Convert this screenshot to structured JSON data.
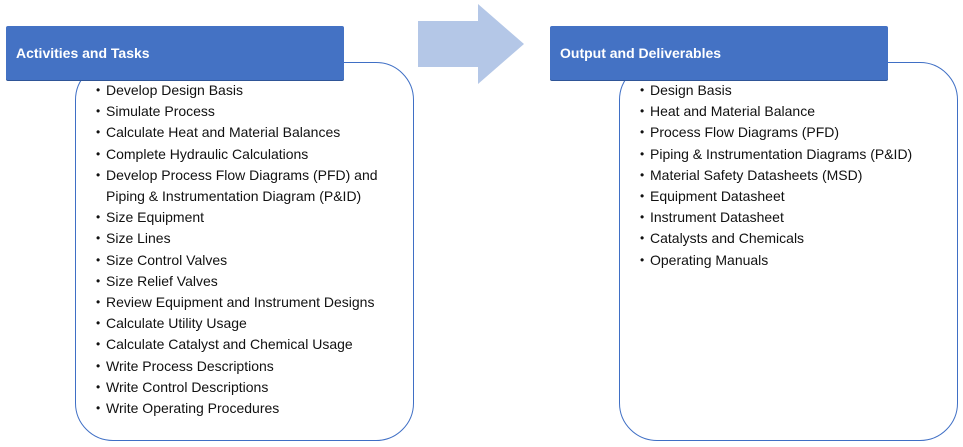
{
  "activities": {
    "title": "Activities and Tasks",
    "items": [
      "Develop Design Basis",
      "Simulate Process",
      "Calculate Heat and Material Balances",
      "Complete Hydraulic Calculations",
      "Develop Process Flow Diagrams (PFD) and",
      "Piping & Instrumentation Diagram (P&ID)",
      "Size Equipment",
      "Size Lines",
      "Size Control Valves",
      "Size Relief Valves",
      "Review Equipment and Instrument Designs",
      "Calculate Utility Usage",
      "Calculate Catalyst and Chemical Usage",
      "Write Process Descriptions",
      "Write Control Descriptions",
      "Write Operating Procedures"
    ]
  },
  "outputs": {
    "title": "Output and Deliverables",
    "items": [
      "Design Basis",
      "Heat and Material Balance",
      "Process Flow Diagrams (PFD)",
      "Piping & Instrumentation Diagrams (P&ID)",
      "Material Safety Datasheets (MSD)",
      "Equipment Datasheet",
      "Instrument Datasheet",
      "Catalysts and Chemicals",
      "Operating Manuals"
    ]
  },
  "colors": {
    "header_fill": "#4472c4",
    "panel_border": "#3f6fc5",
    "arrow_fill": "#b4c7e7"
  },
  "icons": {
    "flow_arrow": "right-arrow-icon"
  }
}
